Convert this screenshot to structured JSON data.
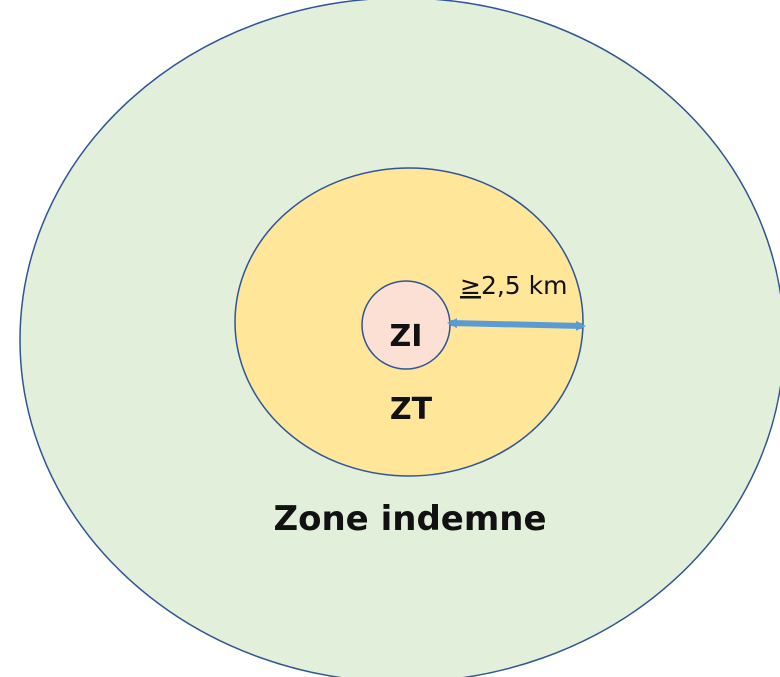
{
  "diagram": {
    "zones": {
      "outer": {
        "label": "Zone indemne",
        "fill": "#e2efda",
        "stroke": "#2f5597"
      },
      "middle": {
        "label": "ZT",
        "fill": "#ffe699",
        "stroke": "#2f5597"
      },
      "inner": {
        "label": "ZI",
        "fill": "#fbe0d3",
        "stroke": "#2f5597"
      }
    },
    "distance": {
      "symbol": "≥",
      "value": "2,5 km",
      "arrow_color": "#5b9bd5"
    }
  }
}
